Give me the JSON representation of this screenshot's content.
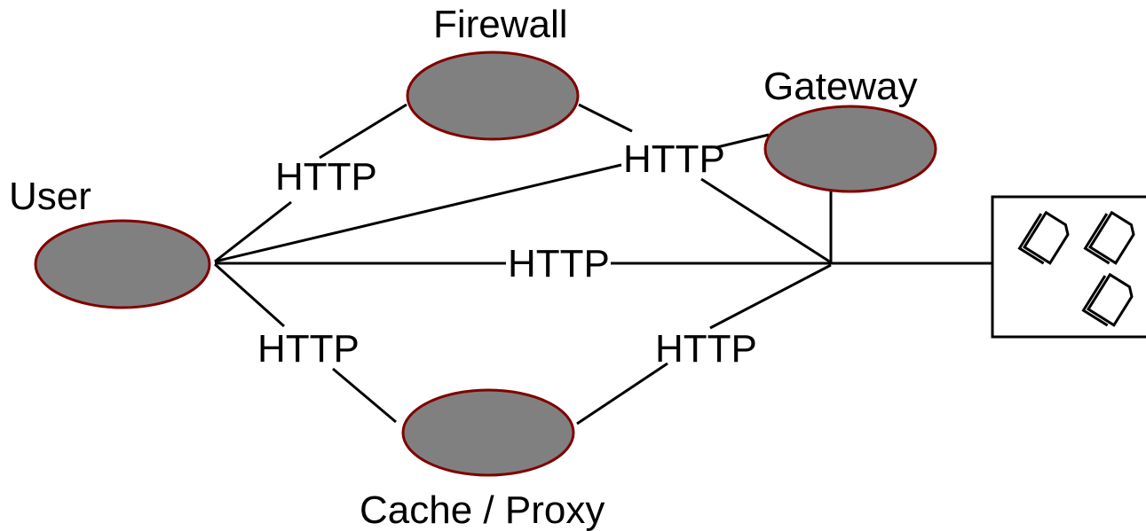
{
  "nodes": {
    "user": "User",
    "firewall": "Firewall",
    "gateway": "Gateway",
    "cache_proxy": "Cache / Proxy"
  },
  "edges": {
    "user_firewall": "HTTP",
    "firewall_gateway": "HTTP",
    "user_direct": "HTTP",
    "user_cache": "HTTP",
    "cache_server": "HTTP"
  },
  "colors": {
    "node_fill": "#808080",
    "node_outline": "#800000",
    "lines": "#000000"
  },
  "icons": [
    "document-icon",
    "document-icon",
    "document-icon"
  ]
}
